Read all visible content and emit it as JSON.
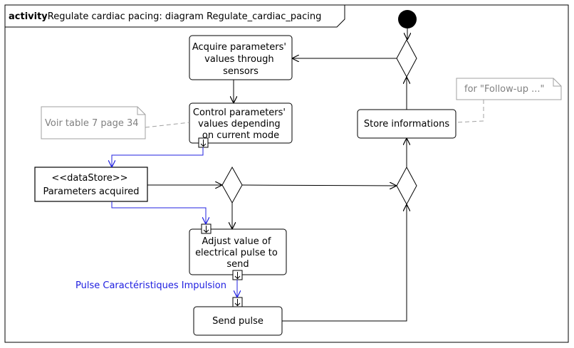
{
  "frame": {
    "keyword": "activity",
    "title": "Regulate cardiac pacing: diagram Regulate_cardiac_pacing"
  },
  "actions": {
    "acquire": [
      "Acquire parameters'",
      "values through",
      "sensors"
    ],
    "control": [
      "Control parameters'",
      "values depending",
      "on current mode"
    ],
    "adjust": [
      "Adjust value of",
      "electrical pulse to",
      "send"
    ],
    "send": [
      "Send pulse"
    ],
    "store": [
      "Store informations"
    ]
  },
  "datastore": {
    "stereotype": "<<dataStore>>",
    "name": "Parameters acquired"
  },
  "notes": {
    "table_ref": "Voir table 7 page 34",
    "follow_up": "for \"Follow-up ...\""
  },
  "pin_label": "Pulse Caractéristiques Impulsion",
  "colors": {
    "line": "#000000",
    "object_flow": "#2020e0",
    "note_text": "#808080",
    "note_border": "#a0a0a0"
  }
}
